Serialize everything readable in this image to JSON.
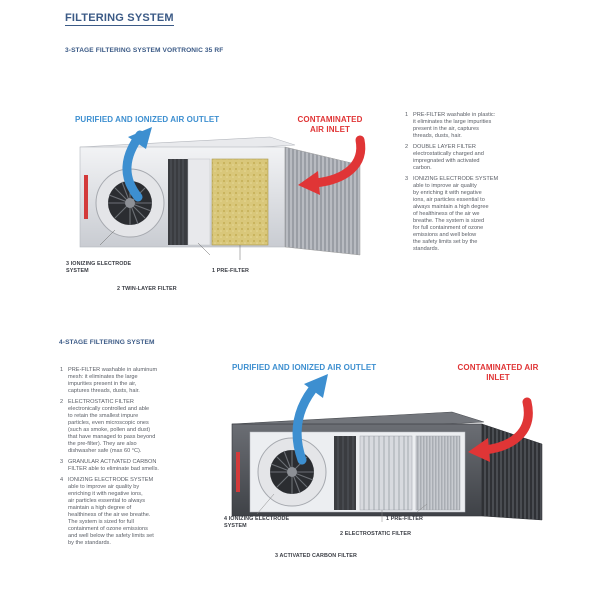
{
  "doc": {
    "title": "FILTERING SYSTEM",
    "section1": {
      "heading": "3-STAGE FILTERING SYSTEM VORTRONIC 35 RF",
      "outlet_label": "PURIFIED AND IONIZED AIR OUTLET",
      "inlet_label_line1": "CONTAMINATED",
      "inlet_label_line2": "AIR INLET",
      "callouts": {
        "ionizing_line1": "3 IONIZING ELECTRODE",
        "ionizing_line2": "SYSTEM",
        "pre_filter": "1 PRE-FILTER",
        "twin_layer": "2 TWIN-LAYER FILTER"
      },
      "items": [
        {
          "num": "1",
          "title": "PRE-FILTER",
          "lines": [
            " washable in plastic:",
            "it eliminates the large impurities",
            "present in the air, captures",
            "threads, dusts, hair."
          ]
        },
        {
          "num": "2",
          "title": "DOUBLE LAYER FILTER",
          "lines": [
            "",
            "electrostatically charged and",
            "impregnated with activated",
            "carbon."
          ]
        },
        {
          "num": "3",
          "title": "IONIZING ELECTRODE SYSTEM",
          "lines": [
            "",
            "able to improve air quality",
            "by enriching it with negative",
            "ions, air particles essential to",
            "always maintain a high degree",
            "of healthiness of the air we",
            "breathe. The system is sized",
            "for full containment of ozone",
            "emissions and well below",
            "the safety limits set by the",
            "standards."
          ]
        }
      ]
    },
    "section2": {
      "heading": "4-STAGE FILTERING SYSTEM",
      "outlet_label": "PURIFIED AND IONIZED AIR OUTLET",
      "inlet_label_line1": "CONTAMINATED AIR",
      "inlet_label_line2": "INLET",
      "callouts": {
        "ionizing_line1": "4 IONIZING ELECTRODE",
        "ionizing_line2": "SYSTEM",
        "pre_filter": "1 PRE-FILTER",
        "electrostatic": "2 ELECTROSTATIC FILTER",
        "carbon": "3 ACTIVATED CARBON FILTER"
      },
      "items": [
        {
          "num": "1",
          "title": "PRE-FILTER",
          "lines": [
            " washable in aluminum",
            "mesh: it eliminates the large",
            "impurities present in the air,",
            "captures threads, dusts, hair."
          ]
        },
        {
          "num": "2",
          "title": "ELECTROSTATIC FILTER",
          "lines": [
            "",
            "electronically controlled and able",
            "to retain the smallest impure",
            "particles, even microscopic ones",
            "(such as smoke, pollen and dust)",
            "that have managed to pass beyond",
            "the pre-filter). They are also",
            "dishwasher safe (max 60 °C)."
          ]
        },
        {
          "num": "3",
          "title": "GRANULAR ACTIVATED CARBON",
          "lines": [
            "",
            "FILTER able to eliminate bad smells."
          ]
        },
        {
          "num": "4",
          "title": "IONIZING ELECTRODE SYSTEM",
          "lines": [
            "",
            "able to improve air quality by",
            "enriching it with negative ions,",
            "air particles essential to always",
            "maintain a high degree of",
            "healthiness of the air we breathe.",
            "The system is sized for full",
            "containment of ozone emissions",
            "and well below the safety limits set",
            "by the standards."
          ]
        }
      ]
    },
    "colors": {
      "heading": "#3b5a86",
      "outlet": "#3d8fd0",
      "inlet": "#e03536"
    }
  }
}
